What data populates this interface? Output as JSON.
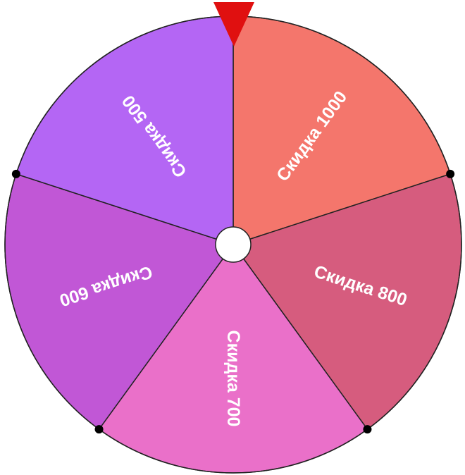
{
  "wheel": {
    "segments": [
      {
        "label": "Скидка 1000",
        "color": "#f4766c"
      },
      {
        "label": "Скидка 800",
        "color": "#d65c7e"
      },
      {
        "label": "Скидка 700",
        "color": "#ea70c9"
      },
      {
        "label": "Скидка 600",
        "color": "#c157d6"
      },
      {
        "label": "Скидка 500",
        "color": "#b466f4"
      }
    ],
    "pointer_color": "#e01010",
    "hub_color": "#ffffff",
    "border_color": "#222222",
    "peg_color": "#000000",
    "pointer_icon": "triangle-pointer-down-icon"
  }
}
